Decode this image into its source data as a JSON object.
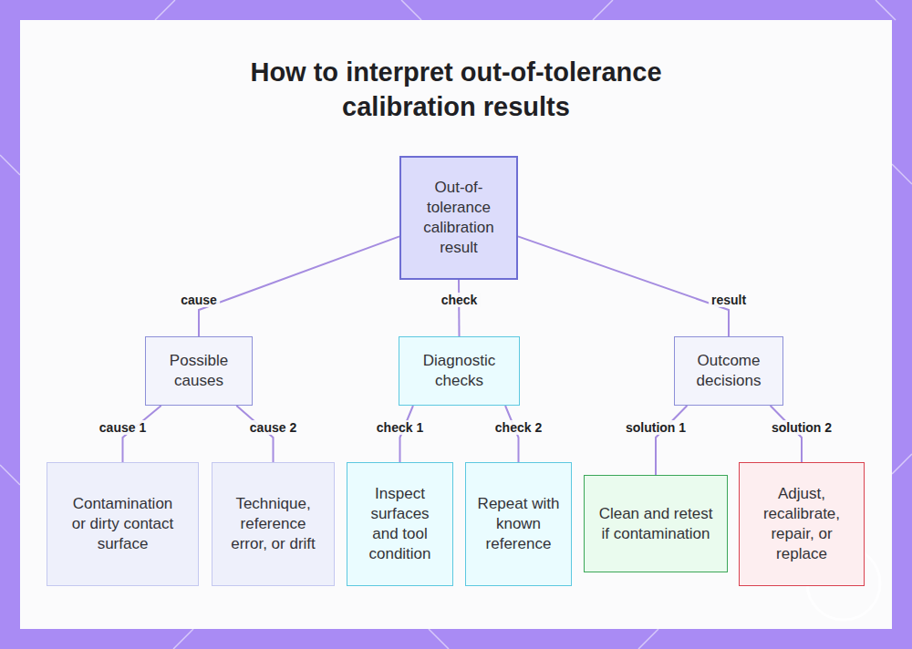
{
  "diagram": {
    "title": "How to interpret out-of-tolerance calibration results",
    "nodes": [
      {
        "text": [
          "Out-of-tolerance calibration result"
        ]
      },
      {
        "text": [
          "Possible causes"
        ]
      },
      {
        "text": [
          "Diagnostic checks"
        ]
      },
      {
        "text": [
          "Outcome decisions"
        ]
      },
      {
        "text": [
          "Contamination or dirty contact surface"
        ]
      },
      {
        "text": [
          "Technique, reference error, or drift"
        ]
      },
      {
        "text": [
          "Inspect surfaces and tool condition"
        ]
      },
      {
        "text": [
          "Repeat with known reference"
        ]
      },
      {
        "text": [
          "Clean and retest if contamination"
        ]
      },
      {
        "text": [
          "Adjust, recalibrate, repair, or replace"
        ]
      }
    ],
    "edges": [
      {
        "from": 0,
        "to": 1,
        "label": "cause",
        "arrow": "none"
      },
      {
        "from": 0,
        "to": 2,
        "label": "check",
        "arrow": "none"
      },
      {
        "from": 0,
        "to": 3,
        "label": "result",
        "arrow": "none"
      },
      {
        "from": 1,
        "to": 4,
        "label": "cause 1",
        "arrow": "none"
      },
      {
        "from": 1,
        "to": 5,
        "label": "cause 2",
        "arrow": "none"
      },
      {
        "from": 2,
        "to": 6,
        "label": "check 1",
        "arrow": "none"
      },
      {
        "from": 2,
        "to": 7,
        "label": "check 2",
        "arrow": "none"
      },
      {
        "from": 3,
        "to": 8,
        "label": "solution 1",
        "arrow": "none"
      },
      {
        "from": 3,
        "to": 9,
        "label": "solution 2",
        "arrow": "none"
      }
    ]
  }
}
